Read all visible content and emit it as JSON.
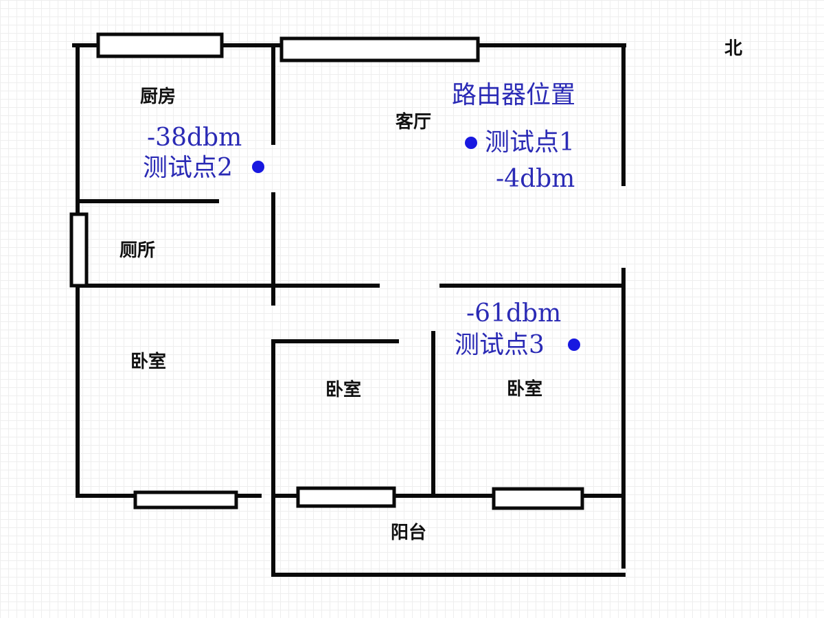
{
  "colors": {
    "wall": "#0a0a0a",
    "annotation": "#2a2ab5",
    "dot": "#1818e0"
  },
  "compass": {
    "north": "北"
  },
  "rooms": {
    "kitchen": "厨房",
    "living_room": "客厅",
    "toilet": "厕所",
    "bedroom_left": "卧室",
    "bedroom_middle": "卧室",
    "bedroom_right": "卧室",
    "balcony": "阳台"
  },
  "router": {
    "title": "路由器位置"
  },
  "test_points": [
    {
      "label": "测试点1",
      "signal": "-4dbm"
    },
    {
      "label": "测试点2",
      "signal": "-38dbm"
    },
    {
      "label": "测试点3",
      "signal": "-61dbm"
    }
  ]
}
